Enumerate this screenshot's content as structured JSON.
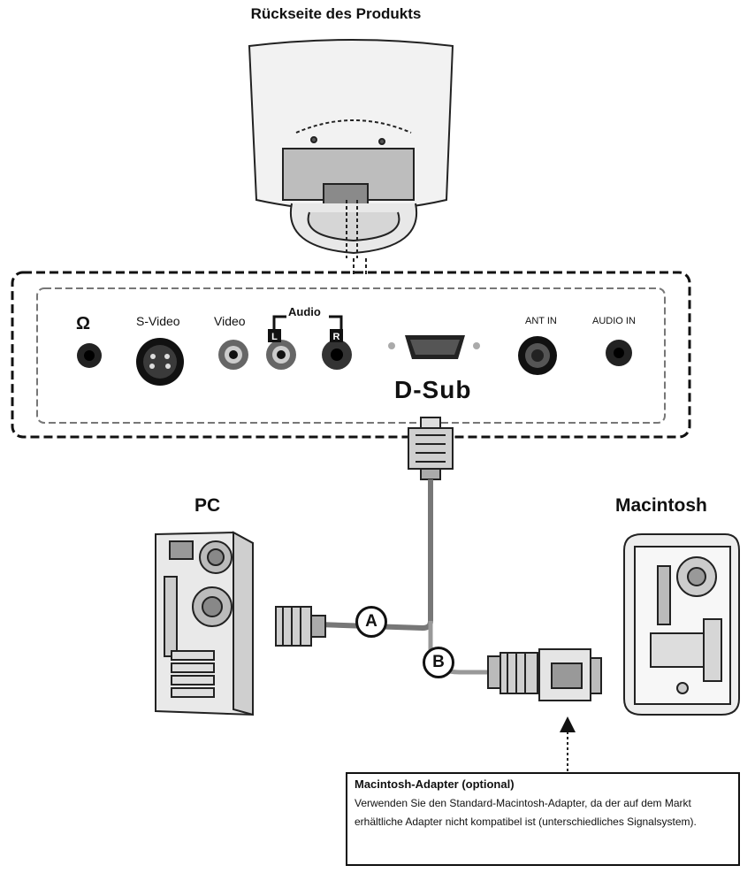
{
  "title": "Rückseite des Produkts",
  "ports": {
    "headphone_symbol": "Ω",
    "svideo": "S-Video",
    "video": "Video",
    "audio": "Audio",
    "audio_left": "L",
    "audio_right": "R",
    "ant_in": "ANT IN",
    "audio_in": "AUDIO IN",
    "dsub": "D-Sub"
  },
  "devices": {
    "pc": "PC",
    "mac": "Macintosh"
  },
  "cables": {
    "a": "A",
    "b": "B"
  },
  "note": {
    "title": "Macintosh-Adapter (optional)",
    "text": "Verwenden Sie den Standard-Macintosh-Adapter, da der auf dem Markt erhältliche Adapter nicht kompatibel ist (unterschiedliches Signalsystem)."
  }
}
